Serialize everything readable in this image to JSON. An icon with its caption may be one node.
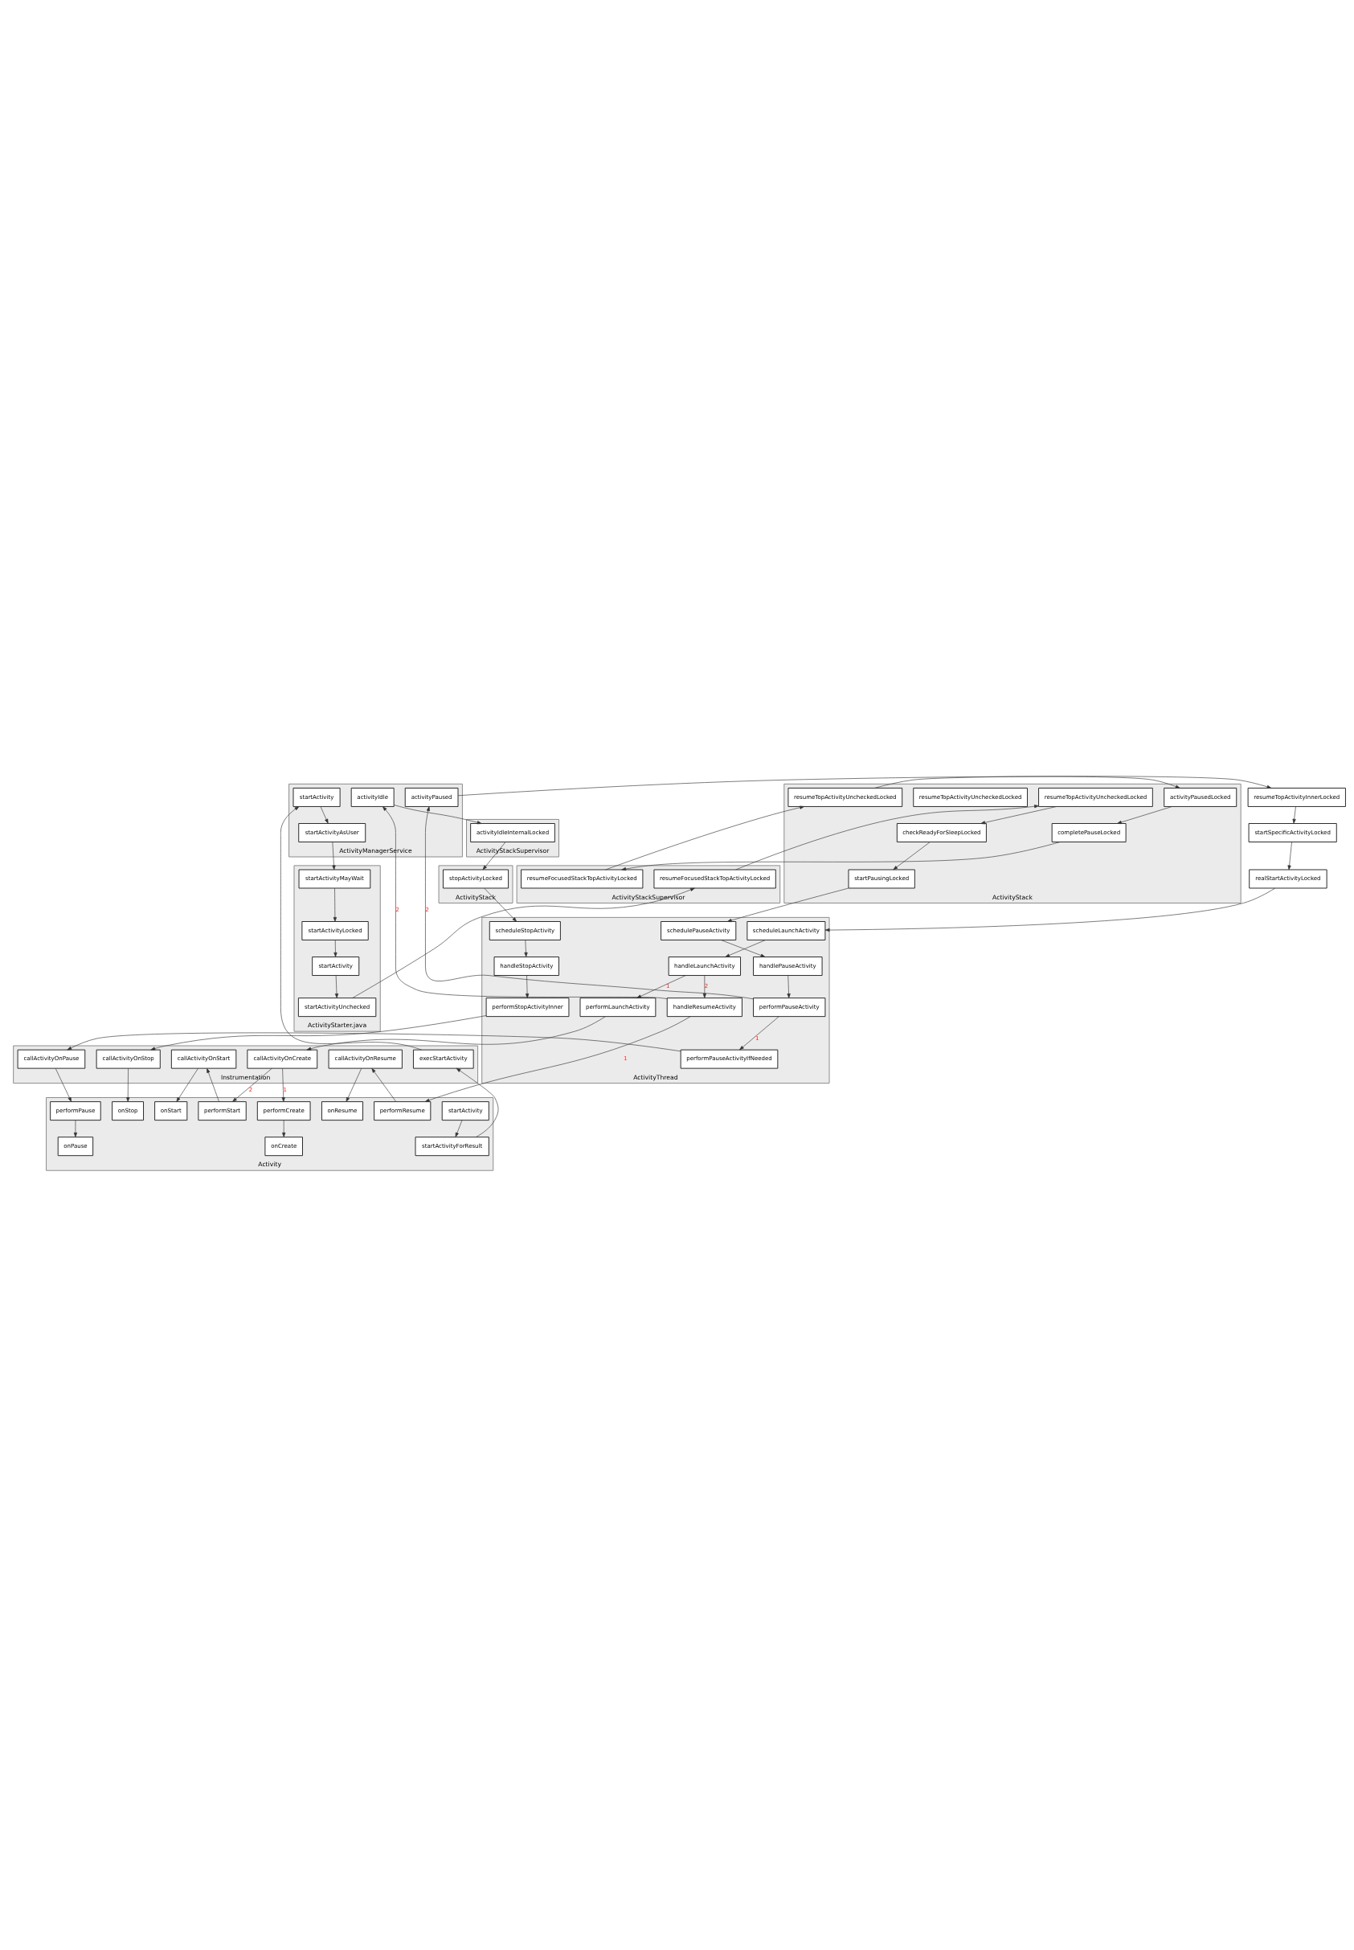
{
  "diagram": {
    "nodes": [
      {
        "text": [
          "Activity"
        ]
      },
      {
        "text": [
          "startActivity"
        ],
        "in": 0
      },
      {
        "text": [
          "startActivityForResult"
        ],
        "in": 0
      },
      {
        "text": [
          "performPause"
        ],
        "in": 0
      },
      {
        "text": [
          "onPause"
        ],
        "in": 0
      },
      {
        "text": [
          "performCreate"
        ],
        "in": 0
      },
      {
        "text": [
          "onCreate"
        ],
        "in": 0
      },
      {
        "text": [
          "performStart"
        ],
        "in": 0
      },
      {
        "text": [
          "onStart"
        ],
        "in": 0
      },
      {
        "text": [
          "performResume"
        ],
        "in": 0
      },
      {
        "text": [
          "onResume"
        ],
        "in": 0
      },
      {
        "text": [
          "onStop"
        ],
        "in": 0
      },
      {
        "text": [
          "Instrumentation"
        ]
      },
      {
        "text": [
          "execStartActivity"
        ],
        "in": 12
      },
      {
        "text": [
          "callActivityOnPause"
        ],
        "in": 12
      },
      {
        "text": [
          "callActivityOnCreate"
        ],
        "in": 12
      },
      {
        "text": [
          "callActivityOnStart"
        ],
        "in": 12
      },
      {
        "text": [
          "callActivityOnResume"
        ],
        "in": 12
      },
      {
        "text": [
          "callActivityOnStop"
        ],
        "in": 12
      },
      {
        "text": [
          "ActivityManagerService"
        ]
      },
      {
        "text": [
          "startActivity"
        ],
        "in": 19
      },
      {
        "text": [
          "startActivityAsUser"
        ],
        "in": 19
      },
      {
        "text": [
          "activityPaused"
        ],
        "in": 19
      },
      {
        "text": [
          "activityIdle"
        ],
        "in": 19
      },
      {
        "text": [
          "ActivityStarter.java"
        ]
      },
      {
        "text": [
          "startActivityMayWait"
        ],
        "in": 24
      },
      {
        "text": [
          "startActivityLocked"
        ],
        "in": 24
      },
      {
        "text": [
          "startActivity"
        ],
        "in": 24
      },
      {
        "text": [
          "startActivityUnchecked"
        ],
        "in": 24
      },
      {
        "text": [
          "ActivityStackSupervisor"
        ]
      },
      {
        "text": [
          "resumeFocusedStackTopActivityLocked"
        ],
        "in": 29
      },
      {
        "text": [
          "resumeFocusedStackTopActivityLocked"
        ],
        "in": 29
      },
      {
        "text": [
          "realStartActivityLocked"
        ]
      },
      {
        "text": [
          "startSpecificActivityLocked"
        ]
      },
      {
        "text": [
          "resumeTopActivityInnerLocked"
        ]
      },
      {
        "text": [
          "ActivityStack"
        ]
      },
      {
        "text": [
          "resumeTopActivityUncheckedLocked"
        ],
        "in": 35
      },
      {
        "text": [
          "resumeTopActivityUncheckedLocked"
        ],
        "in": 35
      },
      {
        "text": [
          "checkReadyForSleepLocked"
        ],
        "in": 35
      },
      {
        "text": [
          "startPausingLocked"
        ],
        "in": 35
      },
      {
        "text": [
          "resumeTopActivityUncheckedLocked"
        ],
        "in": 35
      },
      {
        "text": [
          "activityPausedLocked"
        ],
        "in": 35
      },
      {
        "text": [
          "completePauseLocked"
        ],
        "in": 35
      },
      {
        "text": [
          "ActivityThread"
        ]
      },
      {
        "text": [
          "schedulePauseActivity"
        ],
        "in": 43
      },
      {
        "text": [
          "handlePauseActivity"
        ],
        "in": 43
      },
      {
        "text": [
          "performPauseActivity"
        ],
        "in": 43
      },
      {
        "text": [
          "performPauseActivityIfNeeded"
        ],
        "in": 43
      },
      {
        "text": [
          "scheduleLaunchActivity"
        ],
        "in": 43
      },
      {
        "text": [
          "handleLaunchActivity"
        ],
        "in": 43
      },
      {
        "text": [
          "performLaunchActivity"
        ],
        "in": 43
      },
      {
        "text": [
          "handleResumeActivity"
        ],
        "in": 43
      },
      {
        "text": [
          "scheduleStopActivity"
        ],
        "in": 43
      },
      {
        "text": [
          "handleStopActivity"
        ],
        "in": 43
      },
      {
        "text": [
          "performStopActivityInner"
        ],
        "in": 43
      },
      {
        "text": [
          "ActivityStackSupervisor"
        ]
      },
      {
        "text": [
          "activityIdleInternalLocked"
        ],
        "in": 55
      },
      {
        "text": [
          "ActivityStack"
        ]
      },
      {
        "text": [
          "stopActivityLocked"
        ],
        "in": 57
      }
    ],
    "edges": [
      {
        "from": 1,
        "to": 2,
        "arrow": "to"
      },
      {
        "from": 2,
        "to": 13,
        "arrow": "to"
      },
      {
        "from": 13,
        "to": 20,
        "arrow": "to"
      },
      {
        "from": 20,
        "to": 21,
        "arrow": "to"
      },
      {
        "from": 21,
        "to": 25,
        "arrow": "to"
      },
      {
        "from": 25,
        "to": 26,
        "arrow": "to"
      },
      {
        "from": 26,
        "to": 27,
        "arrow": "to"
      },
      {
        "from": 27,
        "to": 28,
        "arrow": "to"
      },
      {
        "from": 28,
        "to": 30,
        "arrow": "to"
      },
      {
        "from": 30,
        "to": 37,
        "arrow": "to"
      },
      {
        "from": 31,
        "to": 36,
        "arrow": "to"
      },
      {
        "from": 36,
        "to": 34,
        "arrow": "to"
      },
      {
        "from": 34,
        "to": 33,
        "arrow": "to"
      },
      {
        "from": 33,
        "to": 32,
        "arrow": "to"
      },
      {
        "from": 37,
        "to": 38,
        "arrow": "to"
      },
      {
        "from": 38,
        "to": 39,
        "arrow": "to"
      },
      {
        "from": 39,
        "to": 44,
        "arrow": "to"
      },
      {
        "from": 44,
        "to": 45,
        "arrow": "to"
      },
      {
        "from": 45,
        "to": 46,
        "arrow": "to"
      },
      {
        "from": 46,
        "to": 47,
        "arrow": "to",
        "label": "1"
      },
      {
        "from": 46,
        "to": 22,
        "arrow": "to",
        "label": "2"
      },
      {
        "from": 47,
        "to": 14,
        "arrow": "to"
      },
      {
        "from": 14,
        "to": 3,
        "arrow": "to"
      },
      {
        "from": 3,
        "to": 4,
        "arrow": "to"
      },
      {
        "from": 22,
        "to": 41,
        "arrow": "to"
      },
      {
        "from": 41,
        "to": 42,
        "arrow": "to"
      },
      {
        "from": 42,
        "to": 31,
        "arrow": "to"
      },
      {
        "from": 32,
        "to": 48,
        "arrow": "to"
      },
      {
        "from": 48,
        "to": 49,
        "arrow": "to"
      },
      {
        "from": 49,
        "to": 50,
        "arrow": "to",
        "label": "1"
      },
      {
        "from": 49,
        "to": 51,
        "arrow": "to",
        "label": "2"
      },
      {
        "from": 50,
        "to": 15,
        "arrow": "to"
      },
      {
        "from": 15,
        "to": 5,
        "arrow": "to",
        "label": "1"
      },
      {
        "from": 15,
        "to": 7,
        "arrow": "to",
        "label": "2"
      },
      {
        "from": 5,
        "to": 6,
        "arrow": "to"
      },
      {
        "from": 7,
        "to": 16,
        "arrow": "to"
      },
      {
        "from": 16,
        "to": 8,
        "arrow": "to"
      },
      {
        "from": 51,
        "to": 9,
        "arrow": "to",
        "label": "1"
      },
      {
        "from": 51,
        "to": 23,
        "arrow": "to",
        "label": "2"
      },
      {
        "from": 9,
        "to": 17,
        "arrow": "to"
      },
      {
        "from": 17,
        "to": 10,
        "arrow": "to"
      },
      {
        "from": 23,
        "to": 56,
        "arrow": "to"
      },
      {
        "from": 56,
        "to": 58,
        "arrow": "to"
      },
      {
        "from": 58,
        "to": 52,
        "arrow": "to"
      },
      {
        "from": 52,
        "to": 53,
        "arrow": "to"
      },
      {
        "from": 53,
        "to": 54,
        "arrow": "to"
      },
      {
        "from": 54,
        "to": 18,
        "arrow": "to"
      },
      {
        "from": 18,
        "to": 11,
        "arrow": "to"
      }
    ]
  }
}
